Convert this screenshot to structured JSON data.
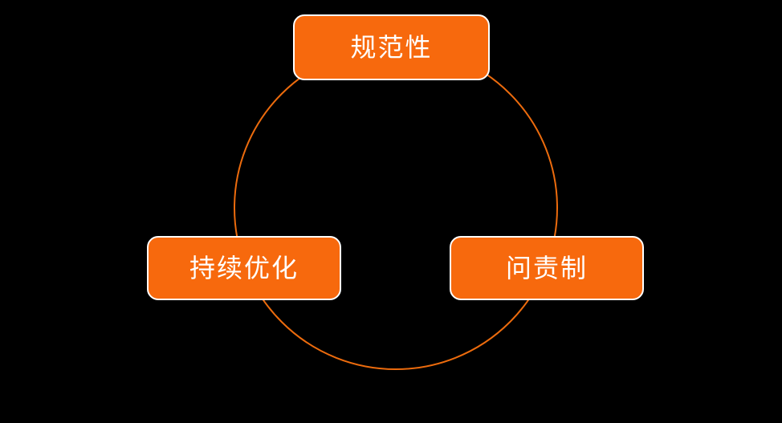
{
  "colors": {
    "background": "#000000",
    "node_fill": "#F7690D",
    "node_border": "#FFFFFF",
    "node_text": "#FFFFFF",
    "circle_stroke": "#EC6B0D"
  },
  "diagram": {
    "type": "cycle",
    "nodes": [
      {
        "id": "top",
        "label": "规范性"
      },
      {
        "id": "left",
        "label": "持续优化"
      },
      {
        "id": "right",
        "label": "问责制"
      }
    ]
  }
}
